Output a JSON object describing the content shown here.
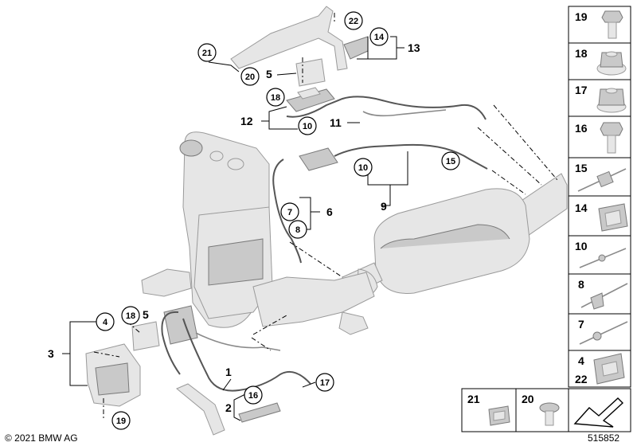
{
  "labels": {
    "l1": "1",
    "l2": "2",
    "l3": "3",
    "l4": "4",
    "l5a": "5",
    "l5b": "5",
    "l6": "6",
    "l7": "7",
    "l8": "8",
    "l9": "9",
    "l10a": "10",
    "l10b": "10",
    "l11": "11",
    "l12": "12",
    "l13": "13",
    "l14": "14",
    "l15": "15",
    "l16": "16",
    "l17": "17",
    "l18a": "18",
    "l18b": "18",
    "l19": "19",
    "l20": "20",
    "l21": "21",
    "l22": "22"
  },
  "sidebar": [
    "19",
    "18",
    "17",
    "16",
    "15",
    "14",
    "10",
    "8",
    "7",
    "4",
    "22"
  ],
  "bottom_cells": [
    "21",
    "20"
  ],
  "copyright": "© 2021 BMW AG",
  "diagram_number": "515852"
}
